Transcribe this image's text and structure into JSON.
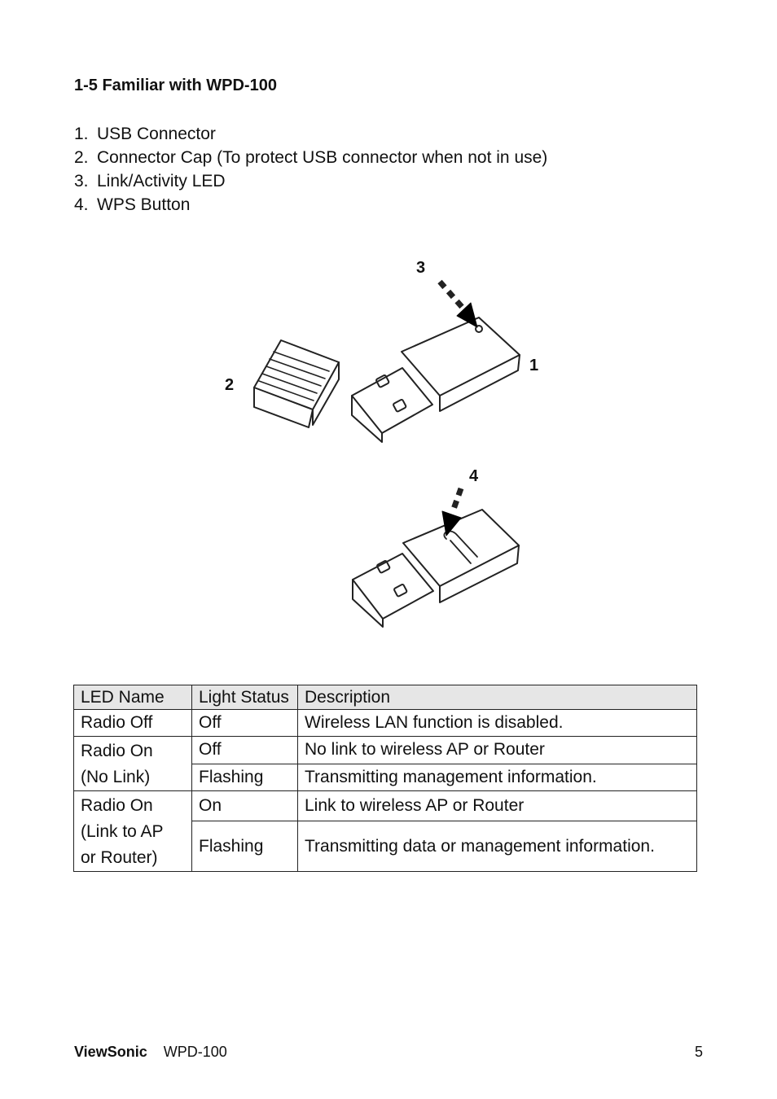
{
  "heading": "1-5 Familiar with WPD-100",
  "parts": [
    {
      "num": "1.",
      "text": "USB Connector"
    },
    {
      "num": "2.",
      "text": "Connector Cap (To protect USB connector when not in use)"
    },
    {
      "num": "3.",
      "text": "Link/Activity LED"
    },
    {
      "num": "4.",
      "text": "WPS Button"
    }
  ],
  "figure": {
    "callouts": {
      "c1": "1",
      "c2": "2",
      "c3": "3",
      "c4": "4"
    }
  },
  "table": {
    "headers": [
      "LED Name",
      "Light Status",
      "Description"
    ],
    "rows": [
      {
        "name": "Radio Off",
        "status": "Off",
        "desc": "Wireless LAN function is disabled."
      },
      {
        "name_lines": [
          "Radio On",
          "(No Link)"
        ],
        "status": "Off",
        "desc": "No link to wireless AP or Router"
      },
      {
        "status": "Flashing",
        "desc": "Transmitting management information."
      },
      {
        "name_lines": [
          "Radio On",
          "(Link to AP",
          "or Router)"
        ],
        "status": "On",
        "desc": "Link to wireless AP or Router"
      },
      {
        "status": "Flashing",
        "desc": "Transmitting data or management information."
      }
    ]
  },
  "footer": {
    "brand": "ViewSonic",
    "model": "WPD-100",
    "page": "5"
  }
}
